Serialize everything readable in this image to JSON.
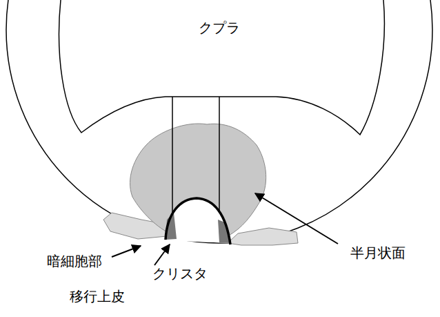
{
  "diagram": {
    "labels": [
      "クプラ",
      "半月状面",
      "暗細胞部",
      "クリスタ",
      "移行上皮"
    ]
  }
}
